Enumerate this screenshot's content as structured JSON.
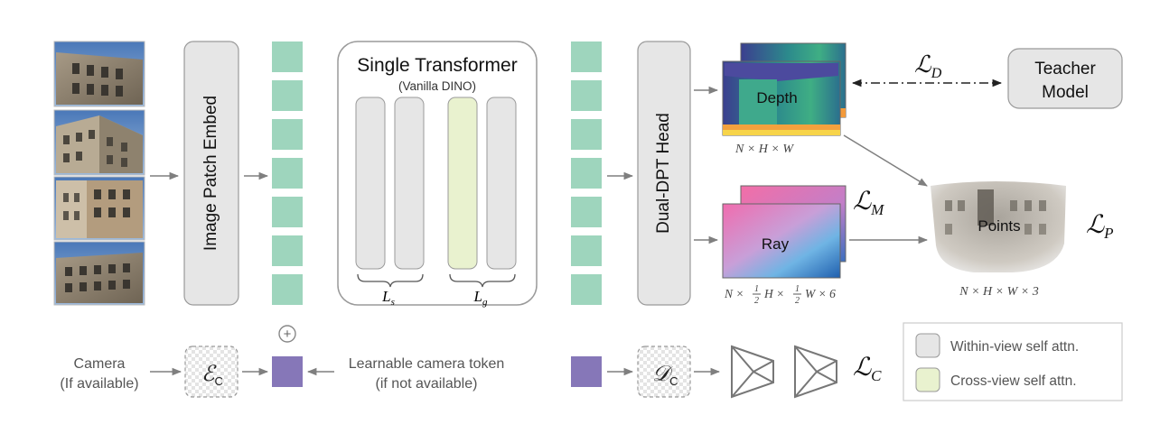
{
  "transformer": {
    "title": "Single Transformer",
    "subtitle": "(Vanilla DINO)",
    "label_ls": "L",
    "label_ls_sub": "s",
    "label_lg": "L",
    "label_lg_sub": "g"
  },
  "blocks": {
    "patch_embed": "Image Patch Embed",
    "dpt_head": "Dual-DPT Head",
    "teacher_line1": "Teacher",
    "teacher_line2": "Model"
  },
  "outputs": {
    "depth_label": "Depth",
    "depth_dims": "N × H × W",
    "ray_label": "Ray",
    "ray_dims_n": "N ×",
    "ray_dims_h": "H ×",
    "ray_dims_w": "W × 6",
    "frac_num": "1",
    "frac_den": "2",
    "points_label": "Points",
    "points_dims": "N × H × W × 3"
  },
  "losses": {
    "script_L": "ℒ",
    "D": "D",
    "M": "M",
    "P": "P",
    "C": "C"
  },
  "camera": {
    "input_line1": "Camera",
    "input_line2": "(If available)",
    "token_line1": "Learnable camera token",
    "token_line2": "(if not available)",
    "encoder_symbol": "ℰ",
    "decoder_symbol": "𝒟",
    "sub_c": "C",
    "plus": "+"
  },
  "legend": {
    "within": "Within-view self attn.",
    "cross": "Cross-view self attn."
  },
  "colors": {
    "token_green": "#9ed5bd",
    "token_purple": "#8677b8",
    "block_gray": "#e6e6e6",
    "cross_green": "#e9f2cf",
    "arrow_gray": "#808080"
  }
}
